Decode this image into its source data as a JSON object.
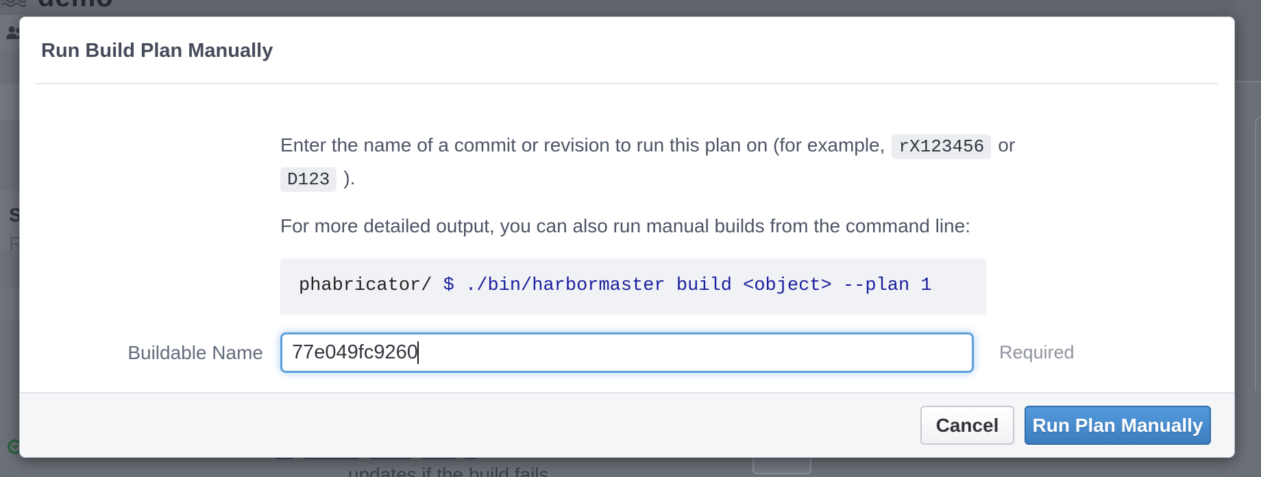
{
  "colors": {
    "primary_button_blue": "#4489c5",
    "input_focus_border": "#5ba0dc",
    "code_command_navy": "#1a1f9e",
    "success_green": "#2e6243",
    "backdrop_gray": "#6b6f76"
  },
  "background_page": {
    "title": "demo",
    "left_fragments": {
      "line1": "S",
      "line2": "R"
    },
    "bottom_text": "updates if the build fails",
    "icons": [
      "waves-logo-icon",
      "users-icon",
      "success-circle-icon"
    ]
  },
  "dialog": {
    "title": "Run Build Plan Manually",
    "intro": {
      "part1": "Enter the name of a commit or revision to run this plan on (for example,",
      "example1": "rX123456",
      "part2": "or",
      "example2": "D123",
      "part3": ")."
    },
    "cli_hint": "For more detailed output, you can also run manual builds from the command line:",
    "terminal": {
      "prompt": "phabricator/ ",
      "command": "$ ./bin/harbormaster build <object> --plan 1"
    },
    "form": {
      "label": "Buildable Name",
      "value": "77e049fc9260",
      "required_note": "Required"
    },
    "footer": {
      "cancel_label": "Cancel",
      "submit_label": "Run Plan Manually"
    }
  }
}
